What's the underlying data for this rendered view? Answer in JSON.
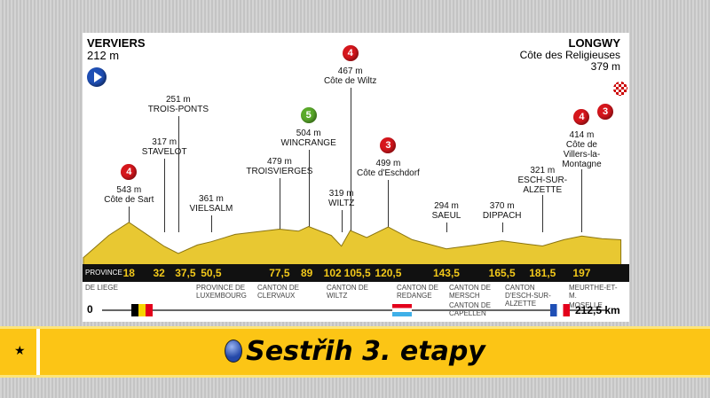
{
  "start": {
    "name": "VERVIERS",
    "alt": "212 m"
  },
  "finish": {
    "name": "LONGWY",
    "climb": "Côte des Religieuses",
    "alt": "379 m"
  },
  "points": [
    {
      "km": 18,
      "alt": "543 m",
      "name": "Côte de Sart",
      "cat": "4"
    },
    {
      "km": 32,
      "alt": "317 m",
      "name": "STAVELOT"
    },
    {
      "km": 37.5,
      "alt": "251 m",
      "name": "TROIS-PONTS"
    },
    {
      "km": 50.5,
      "alt": "361 m",
      "name": "VIELSALM"
    },
    {
      "km": 77.5,
      "alt": "479 m",
      "name": "TROISVIERGES"
    },
    {
      "km": 89,
      "alt": "504 m",
      "name": "WINCRANGE",
      "cat": "S"
    },
    {
      "km": 102,
      "alt": "319 m",
      "name": "WILTZ"
    },
    {
      "km": 105.5,
      "alt": "467 m",
      "name": "Côte de Wiltz",
      "cat": "4"
    },
    {
      "km": 120.5,
      "alt": "499 m",
      "name": "Côte d'Eschdorf",
      "cat": "3"
    },
    {
      "km": 143.5,
      "alt": "294 m",
      "name": "SAEUL"
    },
    {
      "km": 165.5,
      "alt": "370 m",
      "name": "DIPPACH"
    },
    {
      "km": 181.5,
      "alt": "321 m",
      "name": "ESCH-SUR-ALZETTE"
    },
    {
      "km": 197,
      "alt": "414 m",
      "name": "Côte de Villers-la-Montagne",
      "cat": "4"
    }
  ],
  "km_marks": [
    "18",
    "32",
    "37,5",
    "50,5",
    "77,5",
    "89",
    "102",
    "105,5",
    "120,5",
    "143,5",
    "165,5",
    "181,5",
    "197"
  ],
  "province_label": "PROVINCE",
  "regions": [
    "DE LIEGE",
    "PROVINCE DE LUXEMBOURG",
    "CANTON DE CLERVAUX",
    "CANTON DE WILTZ",
    "CANTON DE REDANGE",
    "CANTON DE MERSCH",
    "CANTON DE CAPELLEN",
    "CANTON D'ESCH-SUR-ALZETTE",
    "MEURTHE-ET-M.",
    "MOSELLE"
  ],
  "distance_start": "0",
  "distance_total": "212,5 km",
  "finish_cat": "3",
  "colors": {
    "climb_cat4": "#d6161c",
    "sprint": "#5aaa2a",
    "profile": "#e8c832",
    "banner": "#fcc515"
  },
  "banner": {
    "star": "★",
    "title": "Sestřih 3. etapy"
  }
}
